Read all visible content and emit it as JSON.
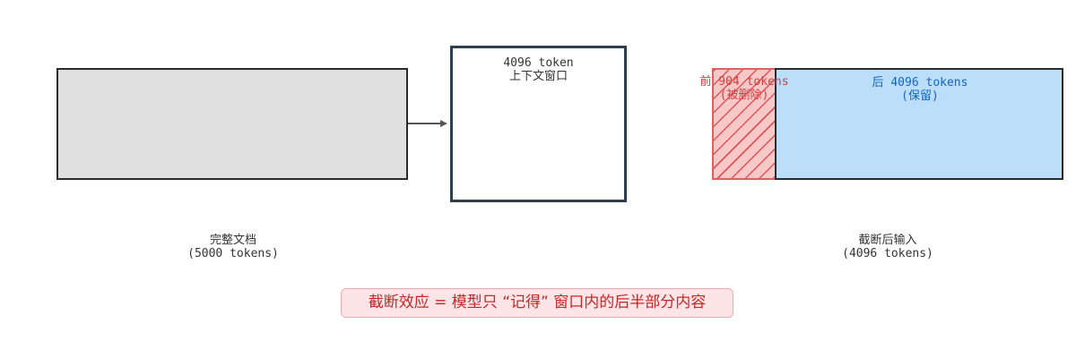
{
  "full_document": {
    "caption_line1": "完整文档",
    "caption_line2": "(5000 tokens)"
  },
  "context_window": {
    "title_line1": "4096 token",
    "title_line2": "上下文窗口"
  },
  "dropped_segment": {
    "label_line1": "前 904 tokens",
    "label_line2": "(被删除)"
  },
  "kept_segment": {
    "label_line1": "后 4096 tokens",
    "label_line2": "(保留)"
  },
  "truncated_input": {
    "caption_line1": "截断后输入",
    "caption_line2": "(4096 tokens)"
  },
  "summary": {
    "text": "截断效应 = 模型只 “记得” 窗口内的后半部分内容"
  },
  "colors": {
    "document_fill": "#e0e0e0",
    "window_border": "#2f3e4d",
    "dropped_fill": "#f8c8c8",
    "dropped_text": "#d04040",
    "kept_fill": "#bbdefb",
    "kept_text": "#1565c0",
    "summary_fill": "#fde4e6",
    "summary_text": "#c62828"
  }
}
